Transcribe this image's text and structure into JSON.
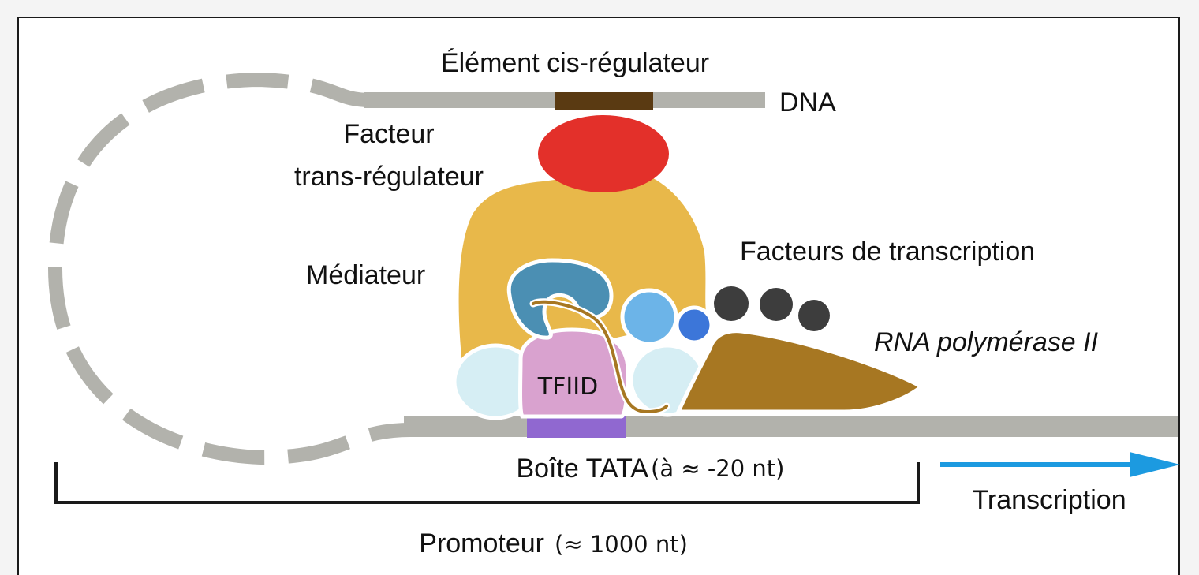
{
  "labels": {
    "cis_element": "Élément cis-régulateur",
    "dna": "DNA",
    "trans_factor_line1": "Facteur",
    "trans_factor_line2": "trans-régulateur",
    "mediator": "Médiateur",
    "transcription_factors": "Facteurs de transcription",
    "rna_polymerase": "RNA polymérase II",
    "tfiid": "TFIID",
    "tata_box": "Boîte TATA",
    "tata_position": "(à ≈ -20 nt)",
    "transcription": "Transcription",
    "promoter": "Promoteur",
    "promoter_length": "(≈ 1000 nt)"
  },
  "colors": {
    "dna": "#b2b2ac",
    "cis_element": "#5a3a12",
    "trans_factor": "#e3302a",
    "mediator": "#e8b84a",
    "tfiid": "#d9a2cf",
    "light_cyan": "#d6eef4",
    "teal_blue": "#4b8fb3",
    "light_blue": "#6cb4e8",
    "royal_blue": "#3c76d9",
    "dark_grey": "#3d3d3d",
    "polymerase": "#a77722",
    "tata_box": "#9068d0",
    "transcription_arrow": "#1c9ae0",
    "polymerase_label": "#e3302a"
  }
}
